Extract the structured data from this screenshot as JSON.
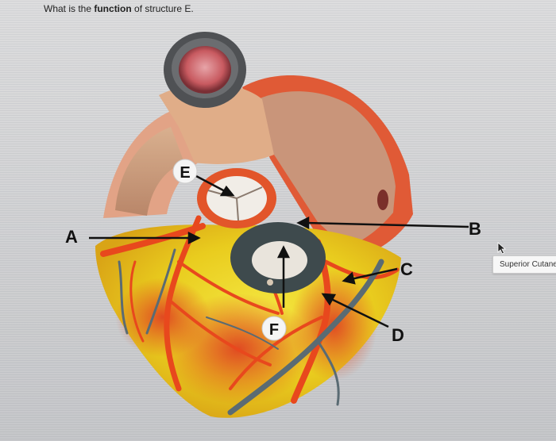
{
  "question": {
    "prefix": "What is the ",
    "bold": "function",
    "suffix": " of structure E."
  },
  "labels": {
    "A": "A",
    "B": "B",
    "C": "C",
    "D": "D",
    "E": "E",
    "F": "F"
  },
  "tooltip": {
    "text": "Superior Cutaneous"
  },
  "icons": {
    "cursor": "arrow-pointer-icon"
  }
}
